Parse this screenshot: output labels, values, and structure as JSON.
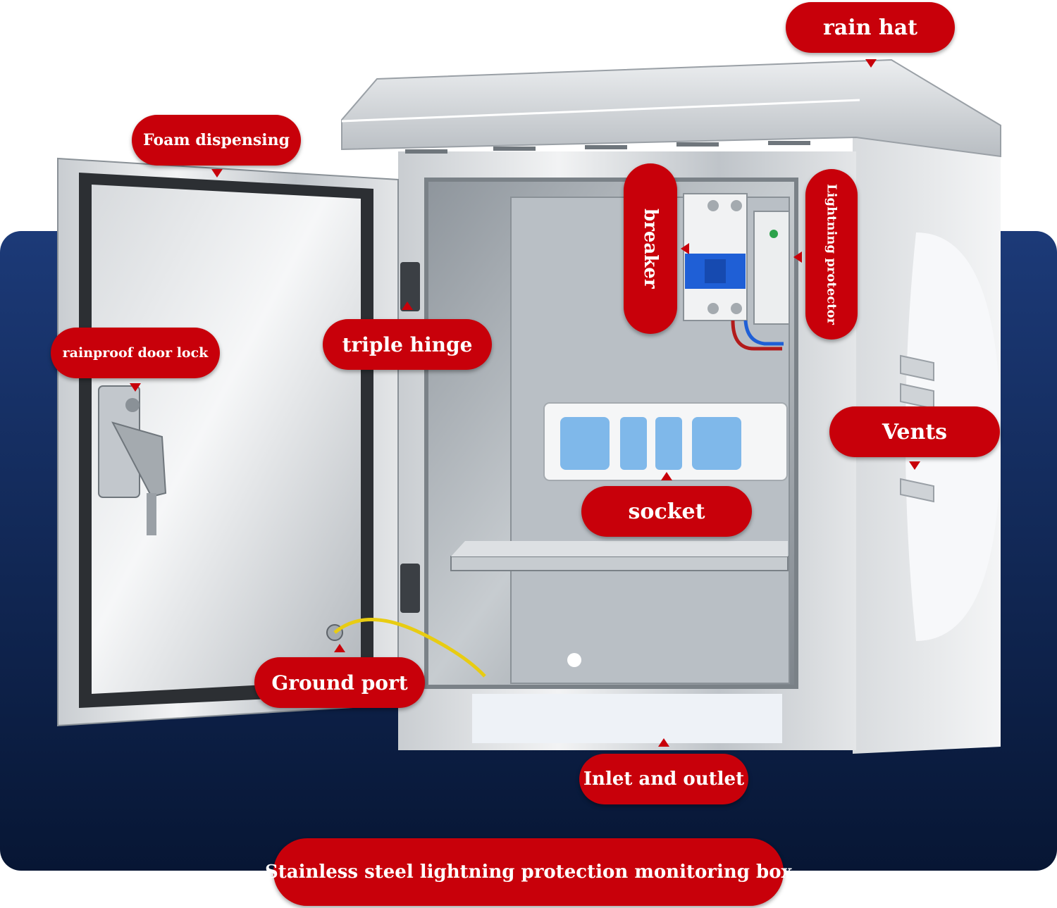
{
  "labels": {
    "rain_hat": "rain hat",
    "foam_dispensing": "Foam dispensing",
    "breaker": "breaker",
    "lightning_protector": "Lightning protector",
    "rainproof_door_lock": "rainproof door lock",
    "triple_hinge": "triple hinge",
    "vents": "Vents",
    "socket": "socket",
    "ground_port": "Ground port",
    "inlet_and_outlet": "Inlet and outlet",
    "product_title": "Stainless steel lightning protection monitoring box"
  },
  "colors": {
    "label_red": "#c8000a",
    "background_navy": "#0c1f4a",
    "steel_light": "#e6e8ea",
    "steel_dark": "#9aa0a6",
    "breaker_blue": "#1f5fd6",
    "socket_blue": "#7fb8ea",
    "ground_wire_yellow": "#e8cc12"
  }
}
